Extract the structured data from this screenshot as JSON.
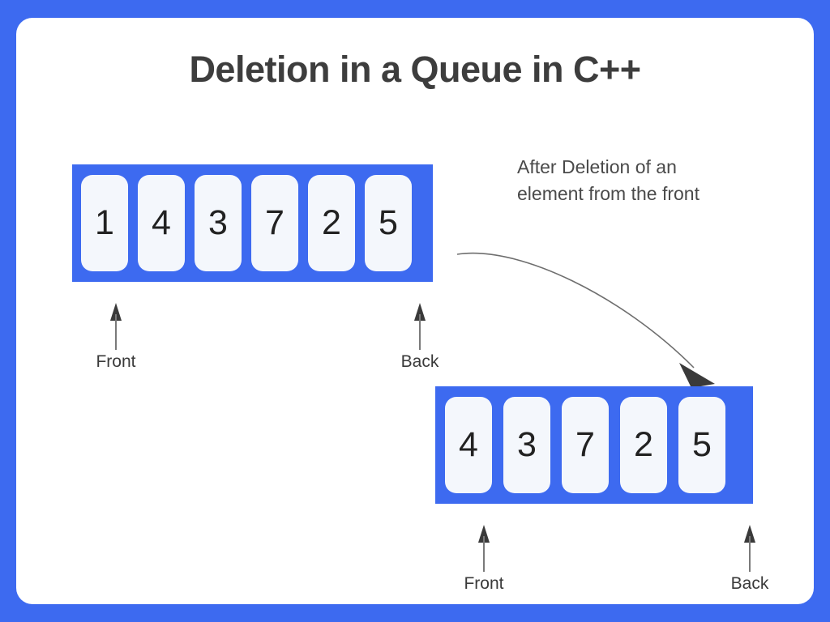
{
  "theme": {
    "frame_color": "#3D6AF0",
    "card_color": "#FFFFFF",
    "queue_color": "#3D6AF0",
    "cell_color": "#F4F7FC",
    "text_color": "#3D3D3D",
    "pointer_color": "#3A3A3A",
    "arrow_color": "#6E6E6E"
  },
  "title": "Deletion in a Queue in C++",
  "caption": {
    "line1": "After Deletion of an",
    "line2": "element from the front"
  },
  "queues": {
    "before": {
      "values": [
        "1",
        "4",
        "3",
        "7",
        "2",
        "5"
      ],
      "front_label": "Front",
      "back_label": "Back"
    },
    "after": {
      "values": [
        "4",
        "3",
        "7",
        "2",
        "5"
      ],
      "front_label": "Front",
      "back_label": "Back"
    }
  },
  "chart_data": {
    "type": "diagram",
    "title": "Deletion in a Queue in C++",
    "description": "Queue dequeue operation: element 1 removed from the front",
    "states": [
      {
        "name": "before",
        "values": [
          1,
          4,
          3,
          7,
          2,
          5
        ],
        "front_index": 0,
        "back_index": 5
      },
      {
        "name": "after",
        "values": [
          4,
          3,
          7,
          2,
          5
        ],
        "front_index": 0,
        "back_index": 4
      }
    ],
    "annotation": "After Deletion of an element from the front"
  }
}
